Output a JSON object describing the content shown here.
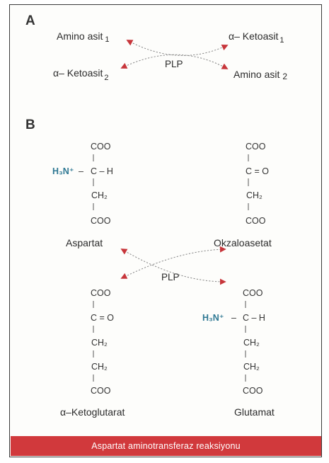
{
  "section_a": {
    "label": "A",
    "amino_acid_1": "Amino asit",
    "amino_acid_1_sub": "1",
    "keto_acid_1": "α– Ketoasit",
    "keto_acid_1_sub": "1",
    "keto_acid_2": "α– Ketoasit",
    "keto_acid_2_sub": "2",
    "amino_acid_2": "Amino asit",
    "amino_acid_2_sub": "2",
    "cofactor": "PLP"
  },
  "section_b": {
    "label": "B",
    "cofactor": "PLP",
    "aspartate": {
      "name": "Aspartat",
      "top": "COO",
      "ammonium": "H₃N⁺",
      "dash": "–",
      "center": "C – H",
      "ch2": "CH₂",
      "bottom": "COO"
    },
    "oxaloacetate": {
      "name": "Okzaloasetat",
      "top": "COO",
      "center": "C = O",
      "ch2": "CH₂",
      "bottom": "COO"
    },
    "ketoglutarate": {
      "name": "α–Ketoglutarat",
      "top": "COO",
      "center": "C = O",
      "ch2a": "CH₂",
      "ch2b": "CH₂",
      "bottom": "COO"
    },
    "glutamate": {
      "name": "Glutamat",
      "top": "COO",
      "ammonium": "H₃N⁺",
      "dash": "–",
      "center": "C – H",
      "ch2a": "CH₂",
      "ch2b": "CH₂",
      "bottom": "COO"
    }
  },
  "caption": "Aspartat aminotransferaz reaksiyonu",
  "colors": {
    "arrow": "#c7363b",
    "caption_bg": "#d1393c",
    "ammonium": "#2e7893"
  }
}
